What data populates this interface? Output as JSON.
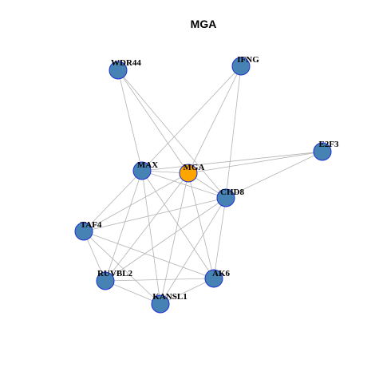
{
  "title": "MGA",
  "colors": {
    "node_default": "#4682b4",
    "node_highlight": "#ffa500",
    "node_border": "#1f2fd0",
    "edge": "#b3b3b3"
  },
  "nodes": [
    {
      "id": "WDR44",
      "label": "WDR44",
      "highlight": false
    },
    {
      "id": "IFNG",
      "label": "IFNG",
      "highlight": false
    },
    {
      "id": "E2F3",
      "label": "E2F3",
      "highlight": false
    },
    {
      "id": "MAX",
      "label": "MAX",
      "highlight": false
    },
    {
      "id": "MGA",
      "label": "MGA",
      "highlight": true
    },
    {
      "id": "CHD8",
      "label": "CHD8",
      "highlight": false
    },
    {
      "id": "TAF4",
      "label": "TAF4",
      "highlight": false
    },
    {
      "id": "RUVBL2",
      "label": "RUVBL2",
      "highlight": false
    },
    {
      "id": "AK6",
      "label": "AK6",
      "highlight": false
    },
    {
      "id": "KANSL1",
      "label": "KANSL1",
      "highlight": false
    }
  ],
  "edges": [
    [
      "WDR44",
      "MAX"
    ],
    [
      "WDR44",
      "MGA"
    ],
    [
      "WDR44",
      "CHD8"
    ],
    [
      "IFNG",
      "MAX"
    ],
    [
      "IFNG",
      "MGA"
    ],
    [
      "IFNG",
      "CHD8"
    ],
    [
      "E2F3",
      "MAX"
    ],
    [
      "E2F3",
      "MGA"
    ],
    [
      "E2F3",
      "CHD8"
    ],
    [
      "MAX",
      "MGA"
    ],
    [
      "MAX",
      "CHD8"
    ],
    [
      "MAX",
      "TAF4"
    ],
    [
      "MAX",
      "RUVBL2"
    ],
    [
      "MAX",
      "AK6"
    ],
    [
      "MAX",
      "KANSL1"
    ],
    [
      "MGA",
      "CHD8"
    ],
    [
      "MGA",
      "TAF4"
    ],
    [
      "MGA",
      "RUVBL2"
    ],
    [
      "MGA",
      "AK6"
    ],
    [
      "MGA",
      "KANSL1"
    ],
    [
      "CHD8",
      "TAF4"
    ],
    [
      "CHD8",
      "RUVBL2"
    ],
    [
      "CHD8",
      "AK6"
    ],
    [
      "CHD8",
      "KANSL1"
    ],
    [
      "TAF4",
      "RUVBL2"
    ],
    [
      "TAF4",
      "AK6"
    ],
    [
      "TAF4",
      "KANSL1"
    ],
    [
      "RUVBL2",
      "AK6"
    ],
    [
      "RUVBL2",
      "KANSL1"
    ],
    [
      "AK6",
      "KANSL1"
    ]
  ]
}
